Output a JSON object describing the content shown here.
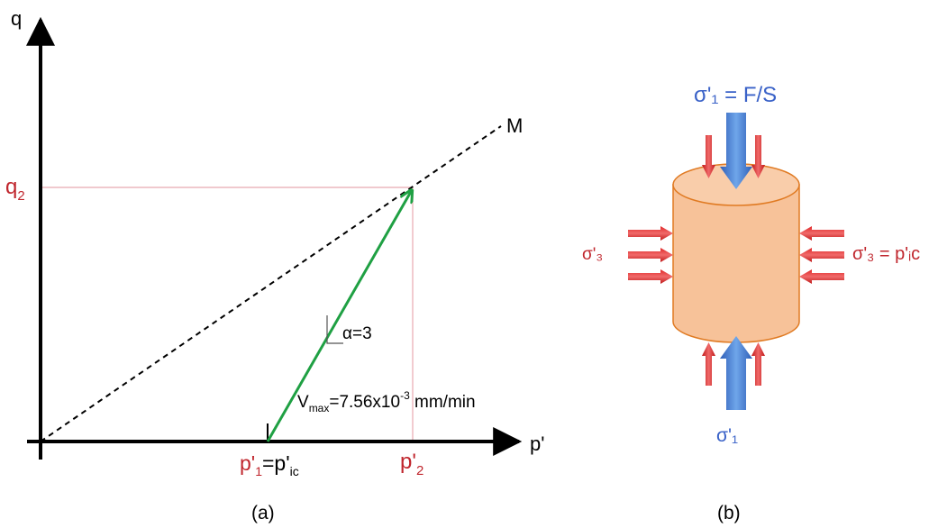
{
  "panel_a": {
    "q_axis_label": "q",
    "p_axis_label": "p'",
    "line_label": "M",
    "q2_label": "q",
    "q2_sub": "2",
    "p2_label": "p'",
    "p2_sub": "2",
    "p1_label": "p'",
    "p1_sub": "1",
    "p1_eq": "=p'",
    "p1_eq_sub": "ic",
    "slope_label": "α=3",
    "v_label": "V",
    "v_sub": "max",
    "v_value": "=7.56x10",
    "v_exp": "-3",
    "v_unit": " mm/min",
    "caption": "(a)"
  },
  "panel_b": {
    "top_label": "σ'₁ = F/S",
    "bottom_label": "σ'₁",
    "left_label": "σ'₃",
    "right_label": "σ'₃ = p'ᵢc",
    "caption": "(b)"
  },
  "colors": {
    "red": "#c0262d",
    "blue": "#3a62c8",
    "green": "#1fa043",
    "cylinder": "#f7c299",
    "cylinder_edge": "#e07a22",
    "guide": "#e8a9b0"
  }
}
